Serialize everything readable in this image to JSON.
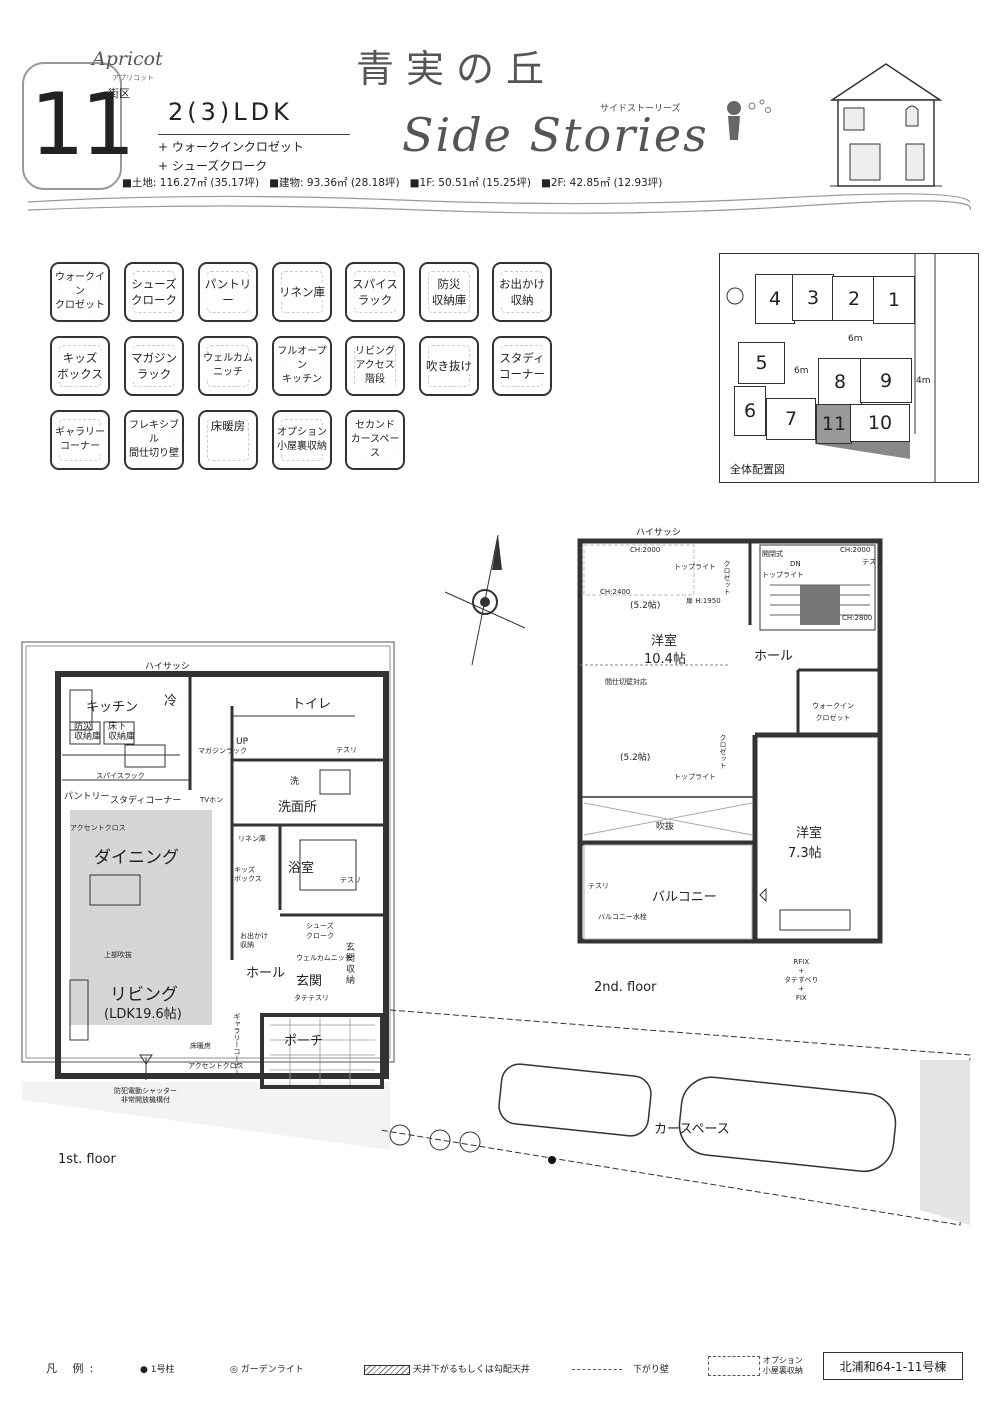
{
  "brand": {
    "name": "Apricot",
    "kana": "アプリコット"
  },
  "lot": {
    "block_label": "街区",
    "number": "11"
  },
  "plan": {
    "layout": "2(3)LDK",
    "options": [
      "+ ウォークインクロゼット",
      "+ シューズクローク"
    ]
  },
  "areas": [
    "■土地: 116.27㎡ (35.17坪)",
    "■建物: 93.36㎡ (28.18坪)",
    "■1F: 50.51㎡ (15.25坪)",
    "■2F: 42.85㎡ (12.93坪)"
  ],
  "project": {
    "title_jp": "青実の丘",
    "title_en": "Side Stories",
    "title_kana": "サイドストーリーズ"
  },
  "features": [
    {
      "label": "ウォークイン\nクロゼット"
    },
    {
      "label": "シューズ\nクローク"
    },
    {
      "label": "パントリー"
    },
    {
      "label": "リネン庫"
    },
    {
      "label": "スパイス\nラック"
    },
    {
      "label": "防災\n収納庫"
    },
    {
      "label": "お出かけ\n収納"
    },
    {
      "label": "キッズ\nボックス"
    },
    {
      "label": "マガジン\nラック"
    },
    {
      "label": "ウェルカム\nニッチ"
    },
    {
      "label": "フルオープン\nキッチン"
    },
    {
      "label": "リビング\nアクセス\n階段"
    },
    {
      "label": "吹き抜け"
    },
    {
      "label": "スタディ\nコーナー"
    },
    {
      "label": "ギャラリー\nコーナー"
    },
    {
      "label": "フレキシブル\n間仕切り壁"
    },
    {
      "label": "床暖房"
    },
    {
      "label": "オプション\n小屋裏収納"
    },
    {
      "label": "セカンド\nカースペース"
    }
  ],
  "site_map": {
    "caption": "全体配置図",
    "lots": [
      "1",
      "2",
      "3",
      "4",
      "5",
      "6",
      "7",
      "8",
      "9",
      "10",
      "11"
    ],
    "road_labels": [
      "6m",
      "6m",
      "4m"
    ]
  },
  "floor1": {
    "caption": "1st. floor",
    "rooms": {
      "kitchen": "キッチン",
      "fridge": "冷",
      "toilet": "トイレ",
      "up": "UP",
      "dining": "ダイニング",
      "living": "リビング",
      "ldk": "(LDK19.6帖)",
      "washroom_mark": "洗",
      "washroom": "洗面所",
      "bath": "浴室",
      "hall": "ホール",
      "entrance": "玄関",
      "porch": "ポーチ",
      "shoes": "シューズ\nクローク",
      "genkan_storage": "玄\n関\n収\n納"
    },
    "small": {
      "high_sash": "ハイサッシ",
      "bousai": "防災\n収納庫",
      "yuka": "床下\n収納庫",
      "spice": "スパイスラック",
      "pantry": "パントリー",
      "study": "スタディコーナー",
      "tv": "TVホン",
      "magazine": "マガジンラック",
      "accent1": "アクセントクロス",
      "accent2": "アクセントクロス",
      "linen": "リネン庫",
      "kids": "キッズ\nボックス",
      "odekake": "お出かけ\n収納",
      "welcome": "ウェルカムニッチ",
      "tateteseri": "タテテスリ",
      "gallery": "ギャラリーコーナー",
      "fukinuke": "上部吹抜",
      "yukadan": "床暖房",
      "shutter": "防犯電動シャッター\n非常開放機構付",
      "tesuri1": "テスリ",
      "tesuri2": "テスリ"
    }
  },
  "floor2": {
    "caption": "2nd. floor",
    "rooms": {
      "high_sash": "ハイサッシ",
      "youshitsu1": "洋室",
      "youshitsu1_size": "10.4帖",
      "sub1": "(5.2帖)",
      "sub2": "(5.2帖)",
      "hall": "ホール",
      "wic": "ウォークイン\nクロゼット",
      "youshitsu2": "洋室",
      "youshitsu2_size": "7.3帖",
      "fukinuke": "吹抜",
      "balcony": "バルコニー",
      "closet1": "クロゼット",
      "closet2": "クロゼット"
    },
    "small": {
      "ch2000a": "CH:2000",
      "ch2400": "CH:2400",
      "door": "扉 H:1950",
      "toplight1": "トップライト",
      "toplight2": "トップライト",
      "toplight3": "トップライト",
      "kaihei": "開閉式",
      "dn": "DN",
      "ch2000b": "CH:2000",
      "ch2800": "CH:2800",
      "maji": "間仕切壁対応",
      "tesuri": "テスリ",
      "tesuri2": "テスリ",
      "balc_water": "バルコニー水栓",
      "window": "RFIX\n+\nタテすべり\n+\nFIX"
    }
  },
  "car": {
    "label": "カースペース"
  },
  "legend": {
    "title": "凡 例:",
    "items": [
      "1号柱",
      "ガーデンライト",
      "天井下がるもしくは勾配天井",
      "下がり壁",
      "オプション\n小屋裏収納"
    ]
  },
  "address": "北浦和64-1-11号棟"
}
